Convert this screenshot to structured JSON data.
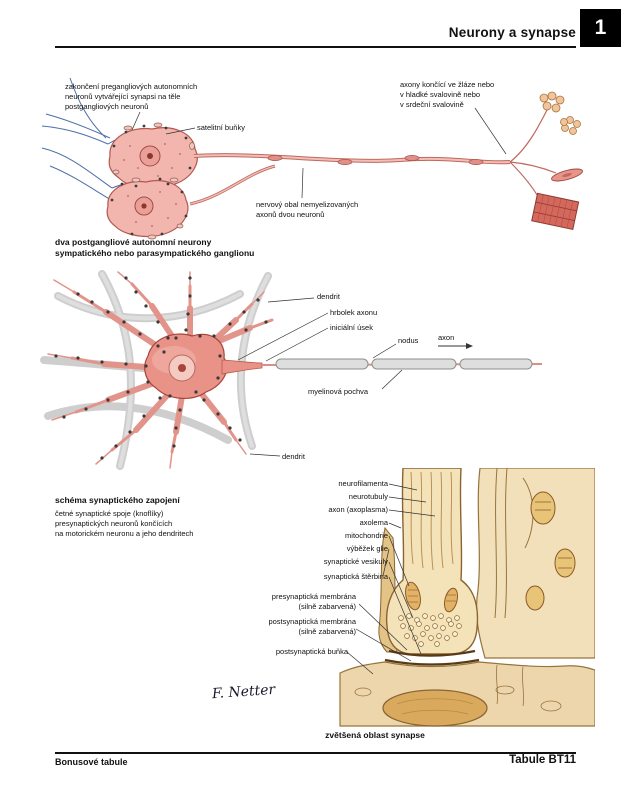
{
  "header": {
    "title": "Neurony a synapse",
    "plate_number": "1"
  },
  "figure1": {
    "label_terminals": "zakončení pregangliových autonomních\nneuronů vytvářející synapsi na těle\npostgangliových neuronů",
    "label_satellite": "satelitní buňky",
    "label_axon_endings": "axony končící ve žláze nebo\nv hladké svalovině nebo\nv srdeční svalovině",
    "label_sheath": "nervový obal nemyelizovaných\naxonů dvou neuronů",
    "caption": "dva postgangliové autonomní neurony\nsympatického nebo parasympatického ganglionu"
  },
  "figure2": {
    "label_dendrite_top": "dendrit",
    "label_axon_hillock": "hrbolek axonu",
    "label_initial_segment": "iniciální úsek",
    "label_node": "nodus",
    "label_axon": "axon",
    "label_myelin": "myelinová pochva",
    "label_dendrite_bottom": "dendrit",
    "caption_title": "schéma synaptického zapojení",
    "caption_body": "četné synaptické spoje (knoflíky)\npresynaptických neuronů končících\nna motorickém neuronu a jeho dendritech"
  },
  "figure3": {
    "labels": [
      "neurofilamenta",
      "neurotubuly",
      "axon (axoplasma)",
      "axolema",
      "mitochondrie",
      "výběžek glie",
      "synaptické vesikuly",
      "synaptická štěrbina",
      "presynaptická membrána\n(silně zabarvená)",
      "postsynaptická membrána\n(silně zabarvená)",
      "postsynaptická buňka"
    ],
    "caption": "zvětšená oblast synapse",
    "signature": "F. Netter"
  },
  "footer": {
    "left": "Bonusové tabule",
    "right": "Tabule BT11"
  },
  "colors": {
    "neuron_pink": "#e89288",
    "synapse_tan": "#eed6ac",
    "accent_black": "#000000"
  }
}
